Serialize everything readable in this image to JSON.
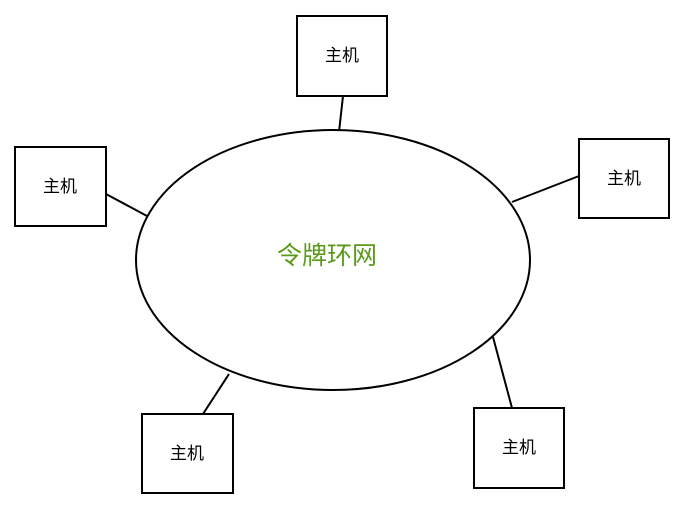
{
  "ring": {
    "label": "令牌环网",
    "label_color": "#5a9a1a"
  },
  "hosts": [
    {
      "label": "主机"
    },
    {
      "label": "主机"
    },
    {
      "label": "主机"
    },
    {
      "label": "主机"
    },
    {
      "label": "主机"
    }
  ]
}
